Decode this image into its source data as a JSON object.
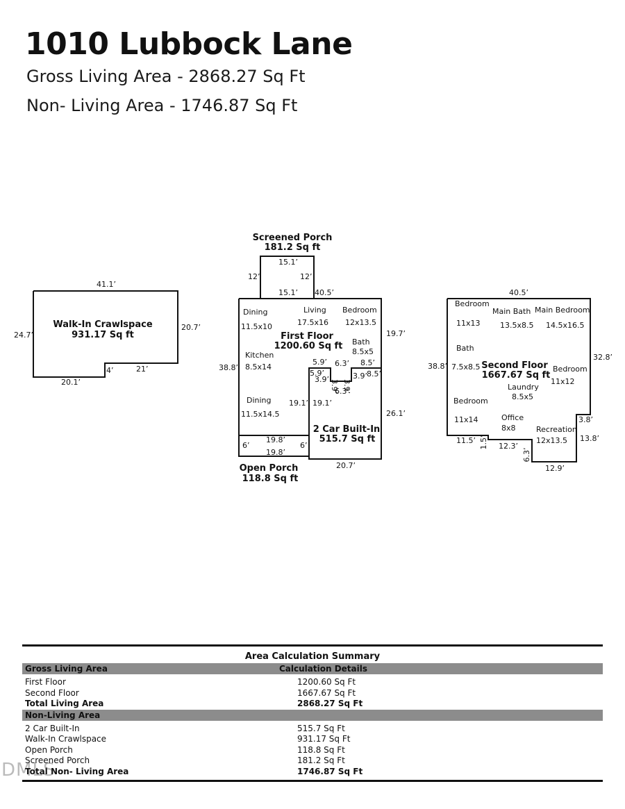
{
  "header": {
    "address": "1010 Lubbock Lane",
    "gross_living_area": "Gross Living Area - 2868.27 Sq Ft",
    "non_living_area": "Non- Living Area - 1746.87 Sq Ft"
  },
  "plan": {
    "crawlspace": {
      "name": "Walk-In Crawlspace",
      "area": "931.17 Sq ft",
      "dims": {
        "top": "41.1’",
        "left": "24.7’",
        "right": "20.7’",
        "bottom": "20.1’",
        "notch": "4’",
        "step": "21’"
      }
    },
    "screened_porch": {
      "name": "Screened Porch",
      "area": "181.2 Sq ft",
      "dims": {
        "top": "15.1’",
        "left": "12’",
        "right": "12’",
        "bottom": "15.1’"
      }
    },
    "first_floor": {
      "name": "First Floor",
      "area": "1200.60 Sq ft",
      "dims": {
        "top": "40.5’",
        "left": "38.8’",
        "right": "19.7’",
        "n1": "5.9’",
        "n2": "6.3’",
        "n3": "8.5’",
        "n4": "5.9’",
        "n5": "3.9’",
        "n6": "3.9’",
        "n7": "3.9’",
        "n8": "3.9’",
        "n9": "8.5’",
        "n10": "6.3’",
        "n11": "19.1’",
        "n12": "19.1’"
      },
      "rooms": [
        {
          "name": "Dining",
          "size": "11.5x10"
        },
        {
          "name": "Living",
          "size": "17.5x16"
        },
        {
          "name": "Bedroom",
          "size": "12x13.5"
        },
        {
          "name": "Bath",
          "size": "8.5x5"
        },
        {
          "name": "Kitchen",
          "size": "8.5x14"
        },
        {
          "name": "Dining",
          "size": "11.5x14.5"
        }
      ]
    },
    "garage": {
      "name": "2 Car Built-In",
      "area": "515.7 Sq ft",
      "dims": {
        "right": "26.1’",
        "bottom": "20.7’"
      }
    },
    "open_porch": {
      "name": "Open Porch",
      "area": "118.8 Sq ft",
      "dims": {
        "top": "19.8’",
        "bottom": "19.8’",
        "left": "6’",
        "right": "6’"
      }
    },
    "second_floor": {
      "name": "Second Floor",
      "area": "1667.67 Sq ft",
      "dims": {
        "top": "40.5’",
        "left": "38.8’",
        "right": "32.8’",
        "d1": "3.8’",
        "d2": "13.8’",
        "d3": "12.9’",
        "d4": "6.3’",
        "d5": "12.3’",
        "d6": "1.5’",
        "d7": "11.5’"
      },
      "rooms": [
        {
          "name": "Bedroom",
          "size": "11x13"
        },
        {
          "name": "Main Bath",
          "size": "13.5x8.5"
        },
        {
          "name": "Main Bedroom",
          "size": "14.5x16.5"
        },
        {
          "name": "Bath",
          "size": "7.5x8.5"
        },
        {
          "name": "Bedroom",
          "size": "11x12"
        },
        {
          "name": "Laundry",
          "size": "8.5x5"
        },
        {
          "name": "Bedroom",
          "size": "11x14"
        },
        {
          "name": "Office",
          "size": "8x8"
        },
        {
          "name": "Recreation",
          "size": "12x13.5"
        }
      ]
    }
  },
  "summary": {
    "title": "Area Calculation Summary",
    "gla_header": "Gross Living Area",
    "details_header": "Calculation Details",
    "gla_rows": [
      {
        "label": "First Floor",
        "value": "1200.60 Sq Ft"
      },
      {
        "label": "Second Floor",
        "value": "1667.67 Sq Ft"
      }
    ],
    "gla_total": {
      "label": "Total Living Area",
      "value": "2868.27 Sq Ft"
    },
    "nla_header": "Non-Living Area",
    "nla_rows": [
      {
        "label": "2 Car Built-In",
        "value": "515.7 Sq Ft"
      },
      {
        "label": "Walk-In Crawlspace",
        "value": "931.17 Sq Ft"
      },
      {
        "label": "Open Porch",
        "value": "118.8 Sq Ft"
      },
      {
        "label": "Screened Porch",
        "value": "181.2 Sq Ft"
      }
    ],
    "nla_total": {
      "label": "Total Non- Living Area",
      "value": "1746.87 Sq Ft"
    }
  },
  "watermark": "DMLS"
}
